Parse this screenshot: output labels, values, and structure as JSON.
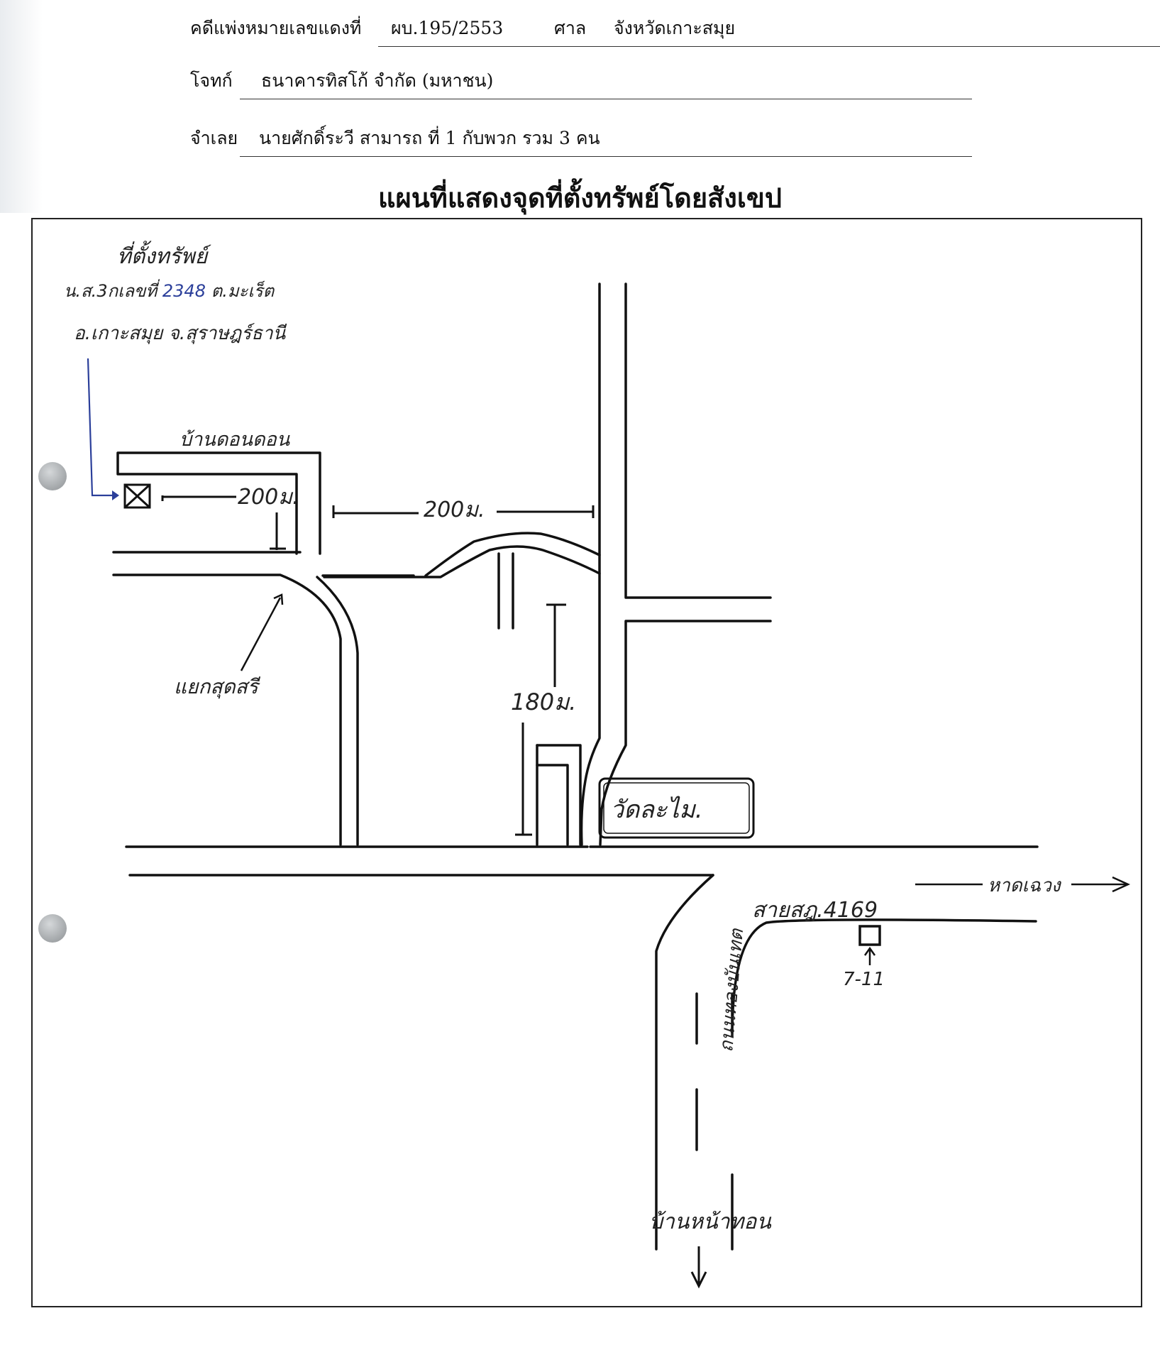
{
  "header": {
    "case_label": "คดีแพ่งหมายเลขแดงที่",
    "case_no": "ผบ.195/2553",
    "court_label": "ศาล",
    "court": "จังหวัดเกาะสมุย",
    "plaintiff_label": "โจทก์",
    "plaintiff": "ธนาคารทิสโก้ จำกัด (มหาชน)",
    "defendant_label": "จำเลย",
    "defendant": "นายศักดิ์ระวี สามารถ ที่ 1 กับพวก รวม 3 คน"
  },
  "title": "แผนที่แสดงจุดที่ตั้งทรัพย์โดยสังเขป",
  "map": {
    "property_label": "ที่ตั้งทรัพย์",
    "deed_line_prefix": "น.ส.3กเลขที่",
    "deed_no": "2348",
    "deed_line_suffix": "ต.มะเร็ต",
    "location_line": "อ.เกาะสมุย จ.สุราษฎร์ธานี",
    "village_top": "บ้านดอนดอน",
    "dist_property": "200ม.",
    "dist_middle": "200ม.",
    "dist_vertical": "180ม.",
    "junction": "แยกสุดสรี",
    "temple": "วัดละไม.",
    "road_no": "สายสฎ.4169",
    "road_name": "ถนนทองบันเทต",
    "beach": "หาดเฉวง",
    "store": "7-11",
    "village_bottom": "บ้านหน้าทอน"
  },
  "colors": {
    "ink": "#111111",
    "pen_blue": "#2b3f9a"
  }
}
